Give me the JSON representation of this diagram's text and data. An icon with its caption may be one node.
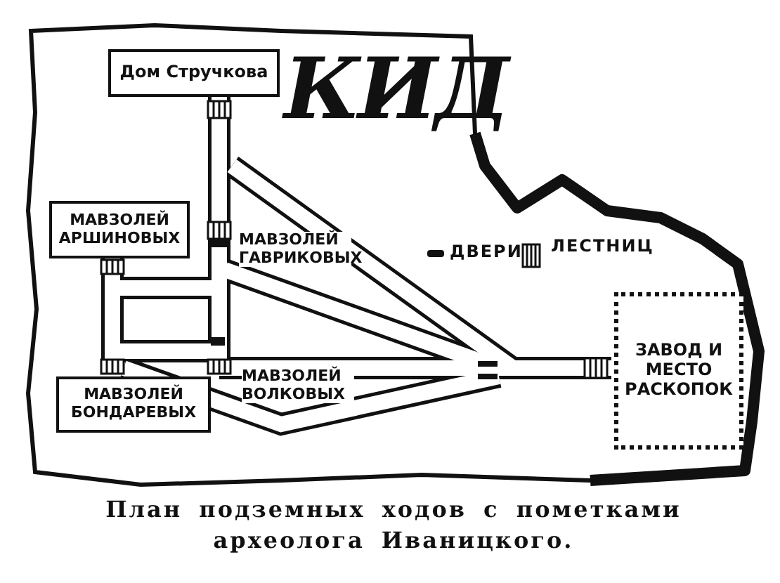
{
  "diagram": {
    "caption": "План подземных ходов с пометками археолога Иваницкого.",
    "nodes": [
      {
        "text": [
          "Дом Стручкова"
        ]
      },
      {
        "text": [
          "МАВЗОЛЕЙ АРШИНОВЫХ"
        ]
      },
      {
        "text": [
          "МАВЗОЛЕЙ БОНДАРЕВЫХ"
        ]
      },
      {
        "text": [
          "ЗАВОД И МЕСТО РАСКОПОК"
        ]
      }
    ],
    "labels": [
      "КИД",
      "МАВЗОЛЕЙ ГАВРИКОВЫХ",
      "МАВЗОЛЕЙ ВОЛКОВЫХ"
    ],
    "legend": [
      {
        "text": "ДВЕРИ"
      },
      {
        "text": "ЛЕСТНИЦ"
      }
    ]
  }
}
